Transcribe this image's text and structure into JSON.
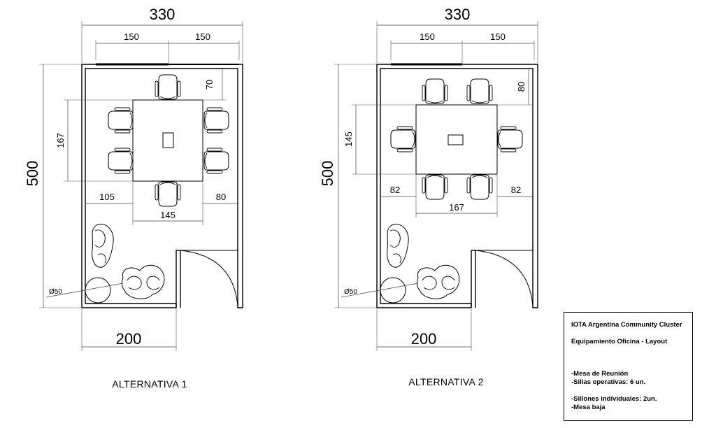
{
  "alternatives": [
    {
      "label": "ALTERNATIVA 1",
      "room_width": "330",
      "room_length": "500",
      "top_left_segment": "150",
      "top_right_segment": "150",
      "table_width": "145",
      "table_depth": "167",
      "left_clearance": "105",
      "right_clearance": "80",
      "top_clearance": "70",
      "lounge_zone_width": "200",
      "coffee_table_diameter": "Ø50"
    },
    {
      "label": "ALTERNATIVA 2",
      "room_width": "330",
      "room_length": "500",
      "top_left_segment": "150",
      "top_right_segment": "150",
      "table_width": "167",
      "table_depth": "145",
      "left_clearance": "82",
      "right_clearance": "82",
      "top_clearance": "80",
      "lounge_zone_width": "200",
      "coffee_table_diameter": "Ø50"
    }
  ],
  "title_block": {
    "project": "IOTA Argentina Community Cluster",
    "subtitle": "Equipamiento Oficina - Layout",
    "item_1": "-Mesa de Reunión",
    "item_2": "-Sillas operativas: 6 un.",
    "item_3": "-Sillones individuales: 2un.",
    "item_4": "-Mesa baja"
  }
}
